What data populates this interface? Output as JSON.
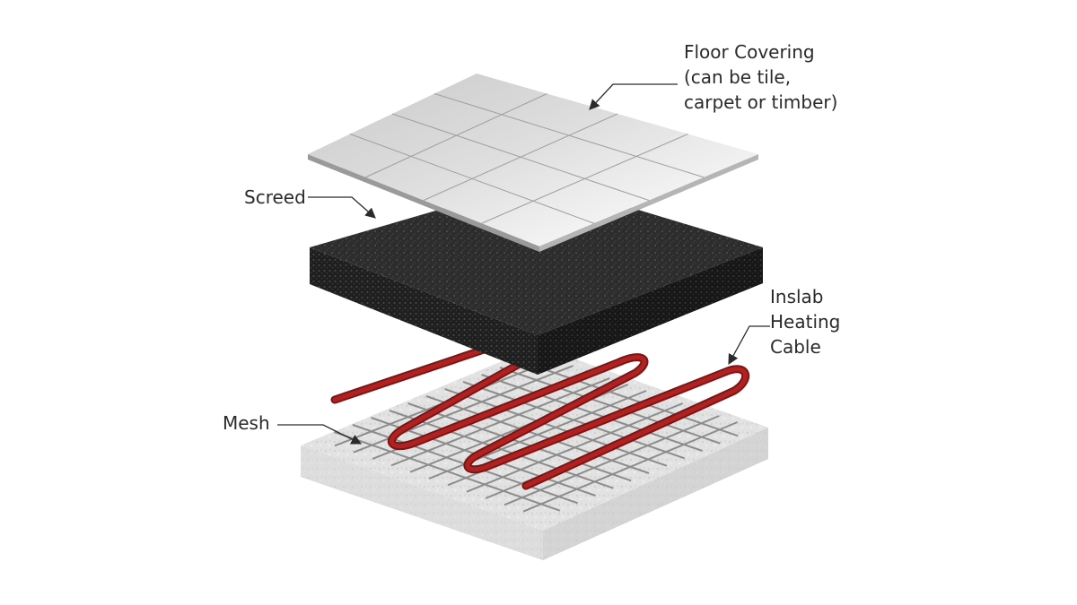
{
  "labels": {
    "floor_covering": [
      "Floor Covering",
      "(can be tile,",
      "carpet or timber)"
    ],
    "screed": "Screed",
    "cable": [
      "Inslab",
      "Heating",
      "Cable"
    ],
    "mesh": "Mesh"
  },
  "colors": {
    "text": "#2a2a2a",
    "tile": "#d9d9d9",
    "screed": "#2b2b2b",
    "cable": "#a01c1c",
    "mesh_wire": "#8c8c8c",
    "slab": "#dedede"
  }
}
